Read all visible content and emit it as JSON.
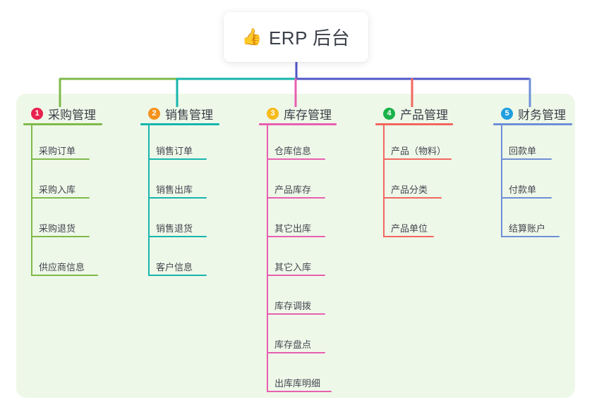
{
  "root": {
    "emoji": "👍",
    "emoji_name": "thumbs-up-icon",
    "title": "ERP 后台"
  },
  "colors": {
    "canvas_background": "#ffffff",
    "panel_background": "#eef8e9",
    "card_background": "#ffffff",
    "text": "#3a3f47",
    "root_stem": "#4f55c4",
    "bus_green": "#7fba4a",
    "bus_teal": "#16b5ad",
    "bus_blue": "#4f55c4",
    "branch_1": "#7fba4a",
    "branch_2": "#16b5ad",
    "branch_3": "#e85fb0",
    "branch_4": "#f2675f",
    "branch_5": "#6f8fd6",
    "badge_1": "#e8214f",
    "badge_2": "#f5921e",
    "badge_3": "#f6bb1c",
    "badge_4": "#1bb24a",
    "badge_5": "#1f9fe0"
  },
  "branches": [
    {
      "index": "1",
      "title": "采购管理",
      "badge_color": "#e8214f",
      "line_color": "#7fba4a",
      "items": [
        {
          "label": "采购订单"
        },
        {
          "label": "采购入库"
        },
        {
          "label": "采购退货"
        },
        {
          "label": "供应商信息"
        }
      ]
    },
    {
      "index": "2",
      "title": "销售管理",
      "badge_color": "#f5921e",
      "line_color": "#16b5ad",
      "items": [
        {
          "label": "销售订单"
        },
        {
          "label": "销售出库"
        },
        {
          "label": "销售退货"
        },
        {
          "label": "客户信息"
        }
      ]
    },
    {
      "index": "3",
      "title": "库存管理",
      "badge_color": "#f6bb1c",
      "line_color": "#e85fb0",
      "items": [
        {
          "label": "仓库信息"
        },
        {
          "label": "产品库存"
        },
        {
          "label": "其它出库"
        },
        {
          "label": "其它入库"
        },
        {
          "label": "库存调拨"
        },
        {
          "label": "库存盘点"
        },
        {
          "label": "出库库明细"
        }
      ]
    },
    {
      "index": "4",
      "title": "产品管理",
      "badge_color": "#1bb24a",
      "line_color": "#f2675f",
      "items": [
        {
          "label": "产品（物料）"
        },
        {
          "label": "产品分类"
        },
        {
          "label": "产品单位"
        }
      ]
    },
    {
      "index": "5",
      "title": "财务管理",
      "badge_color": "#1f9fe0",
      "line_color": "#6f8fd6",
      "items": [
        {
          "label": "回款单"
        },
        {
          "label": "付款单"
        },
        {
          "label": "结算账户"
        }
      ]
    }
  ]
}
